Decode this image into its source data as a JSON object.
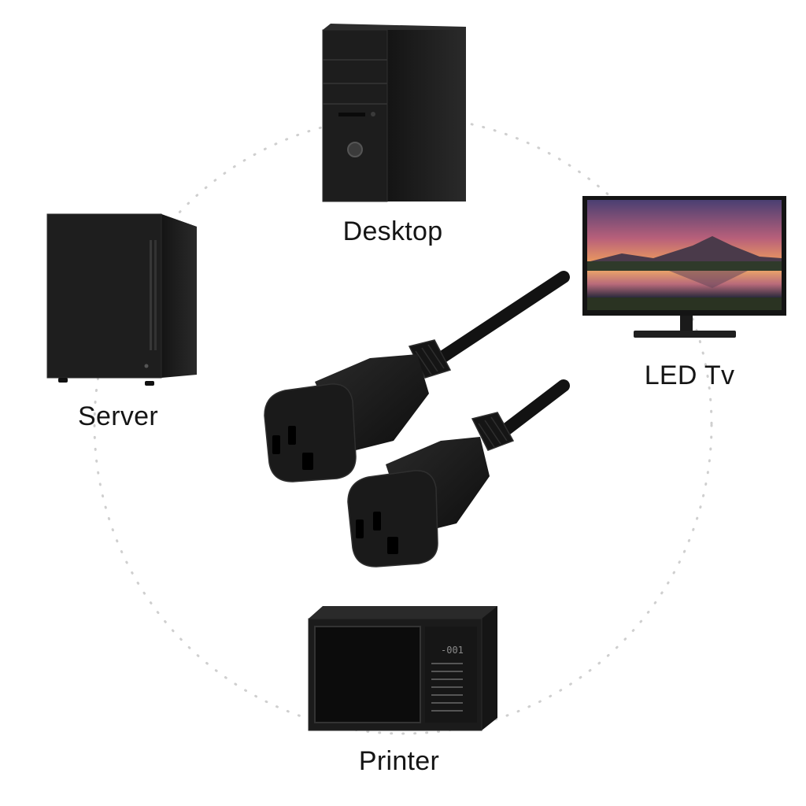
{
  "devices": {
    "desktop": {
      "label": "Desktop",
      "icon": "desktop-tower-icon"
    },
    "server": {
      "label": "Server",
      "icon": "server-cabinet-icon"
    },
    "tv": {
      "label": "LED Tv",
      "icon": "led-tv-icon"
    },
    "printer": {
      "label": "Printer",
      "icon": "printer-icon",
      "display_text": "-001"
    }
  },
  "center": {
    "icon": "power-cable-c13-connectors-icon",
    "connector_count": 2
  },
  "colors": {
    "background": "#ffffff",
    "device_body": "#1c1c1c",
    "dotted_ring": "#cfcfcf",
    "label_text": "#151515"
  }
}
